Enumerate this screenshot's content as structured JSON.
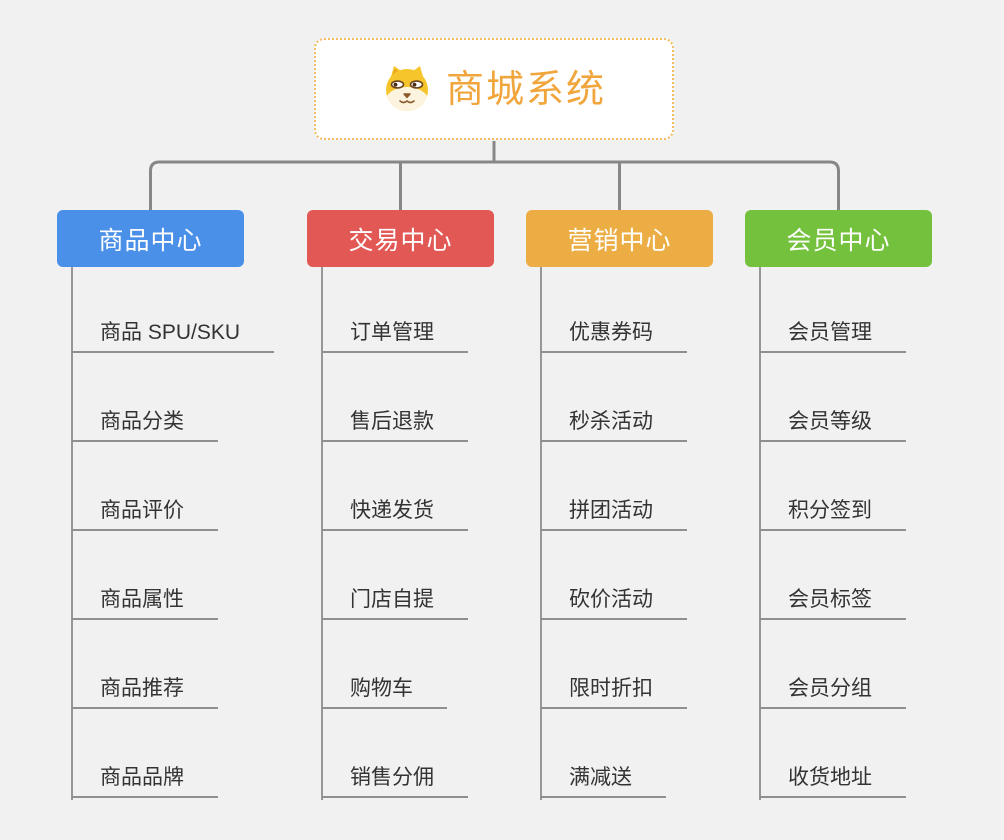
{
  "root": {
    "title": "商城系统",
    "icon": "doge-icon",
    "title_color": "#f0a63d",
    "border_color": "#f3ba60",
    "background": "#ffffff"
  },
  "branches": [
    {
      "label": "商品中心",
      "color": "#4a90e8",
      "items": [
        "商品 SPU/SKU",
        "商品分类",
        "商品评价",
        "商品属性",
        "商品推荐",
        "商品品牌"
      ]
    },
    {
      "label": "交易中心",
      "color": "#e25855",
      "items": [
        "订单管理",
        "售后退款",
        "快递发货",
        "门店自提",
        "购物车",
        "销售分佣"
      ]
    },
    {
      "label": "营销中心",
      "color": "#ecae44",
      "items": [
        "优惠券码",
        "秒杀活动",
        "拼团活动",
        "砍价活动",
        "限时折扣",
        "满减送"
      ]
    },
    {
      "label": "会员中心",
      "color": "#74c13e",
      "items": [
        "会员管理",
        "会员等级",
        "积分签到",
        "会员标签",
        "会员分组",
        "收货地址"
      ]
    }
  ],
  "style": {
    "canvas_background": "#f1f1f1",
    "connector_color": "#878787",
    "trunk_color": "#979797",
    "underline_color": "#8f8f8f",
    "leaf_text_color": "#333333",
    "branch_text_color": "#ffffff"
  }
}
